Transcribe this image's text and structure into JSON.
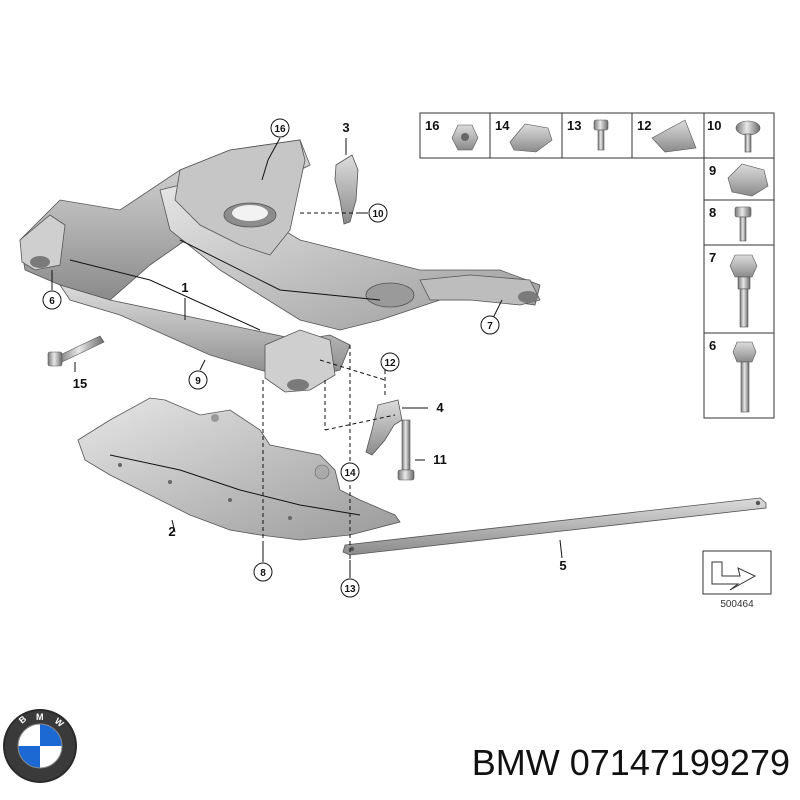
{
  "diagram": {
    "callouts": {
      "c1": "1",
      "c2": "2",
      "c3": "3",
      "c4": "4",
      "c5": "5",
      "c6": "6",
      "c7": "7",
      "c8": "8",
      "c9": "9",
      "c10": "10",
      "c11": "11",
      "c12": "12",
      "c13": "13",
      "c14": "14",
      "c15": "15",
      "c16": "16"
    },
    "parts_grid": {
      "top_row": [
        "16",
        "14",
        "13",
        "12",
        "10"
      ],
      "right_column": [
        "9",
        "8",
        "7",
        "6"
      ]
    },
    "reference_number": "500464"
  },
  "footer": {
    "brand_logo": "BMW",
    "part_number_text": "BMW 07147199279"
  }
}
